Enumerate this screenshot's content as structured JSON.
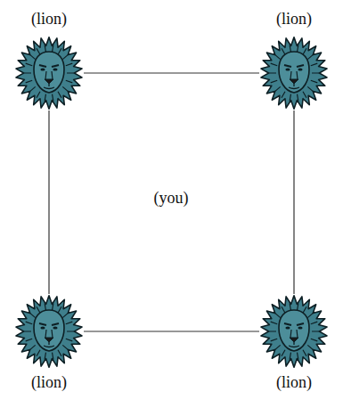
{
  "diagram": {
    "nodes": [
      {
        "text": [
          "(lion)"
        ]
      },
      {
        "text": [
          "(lion)"
        ]
      },
      {
        "text": [
          "(lion)"
        ]
      },
      {
        "text": [
          "(lion)"
        ]
      }
    ],
    "edges": [
      {
        "from": 0,
        "to": 1,
        "arrow": "none"
      },
      {
        "from": 1,
        "to": 3,
        "arrow": "none"
      },
      {
        "from": 2,
        "to": 3,
        "arrow": "none"
      },
      {
        "from": 0,
        "to": 2,
        "arrow": "none"
      }
    ],
    "labels": [
      "(you)"
    ]
  }
}
